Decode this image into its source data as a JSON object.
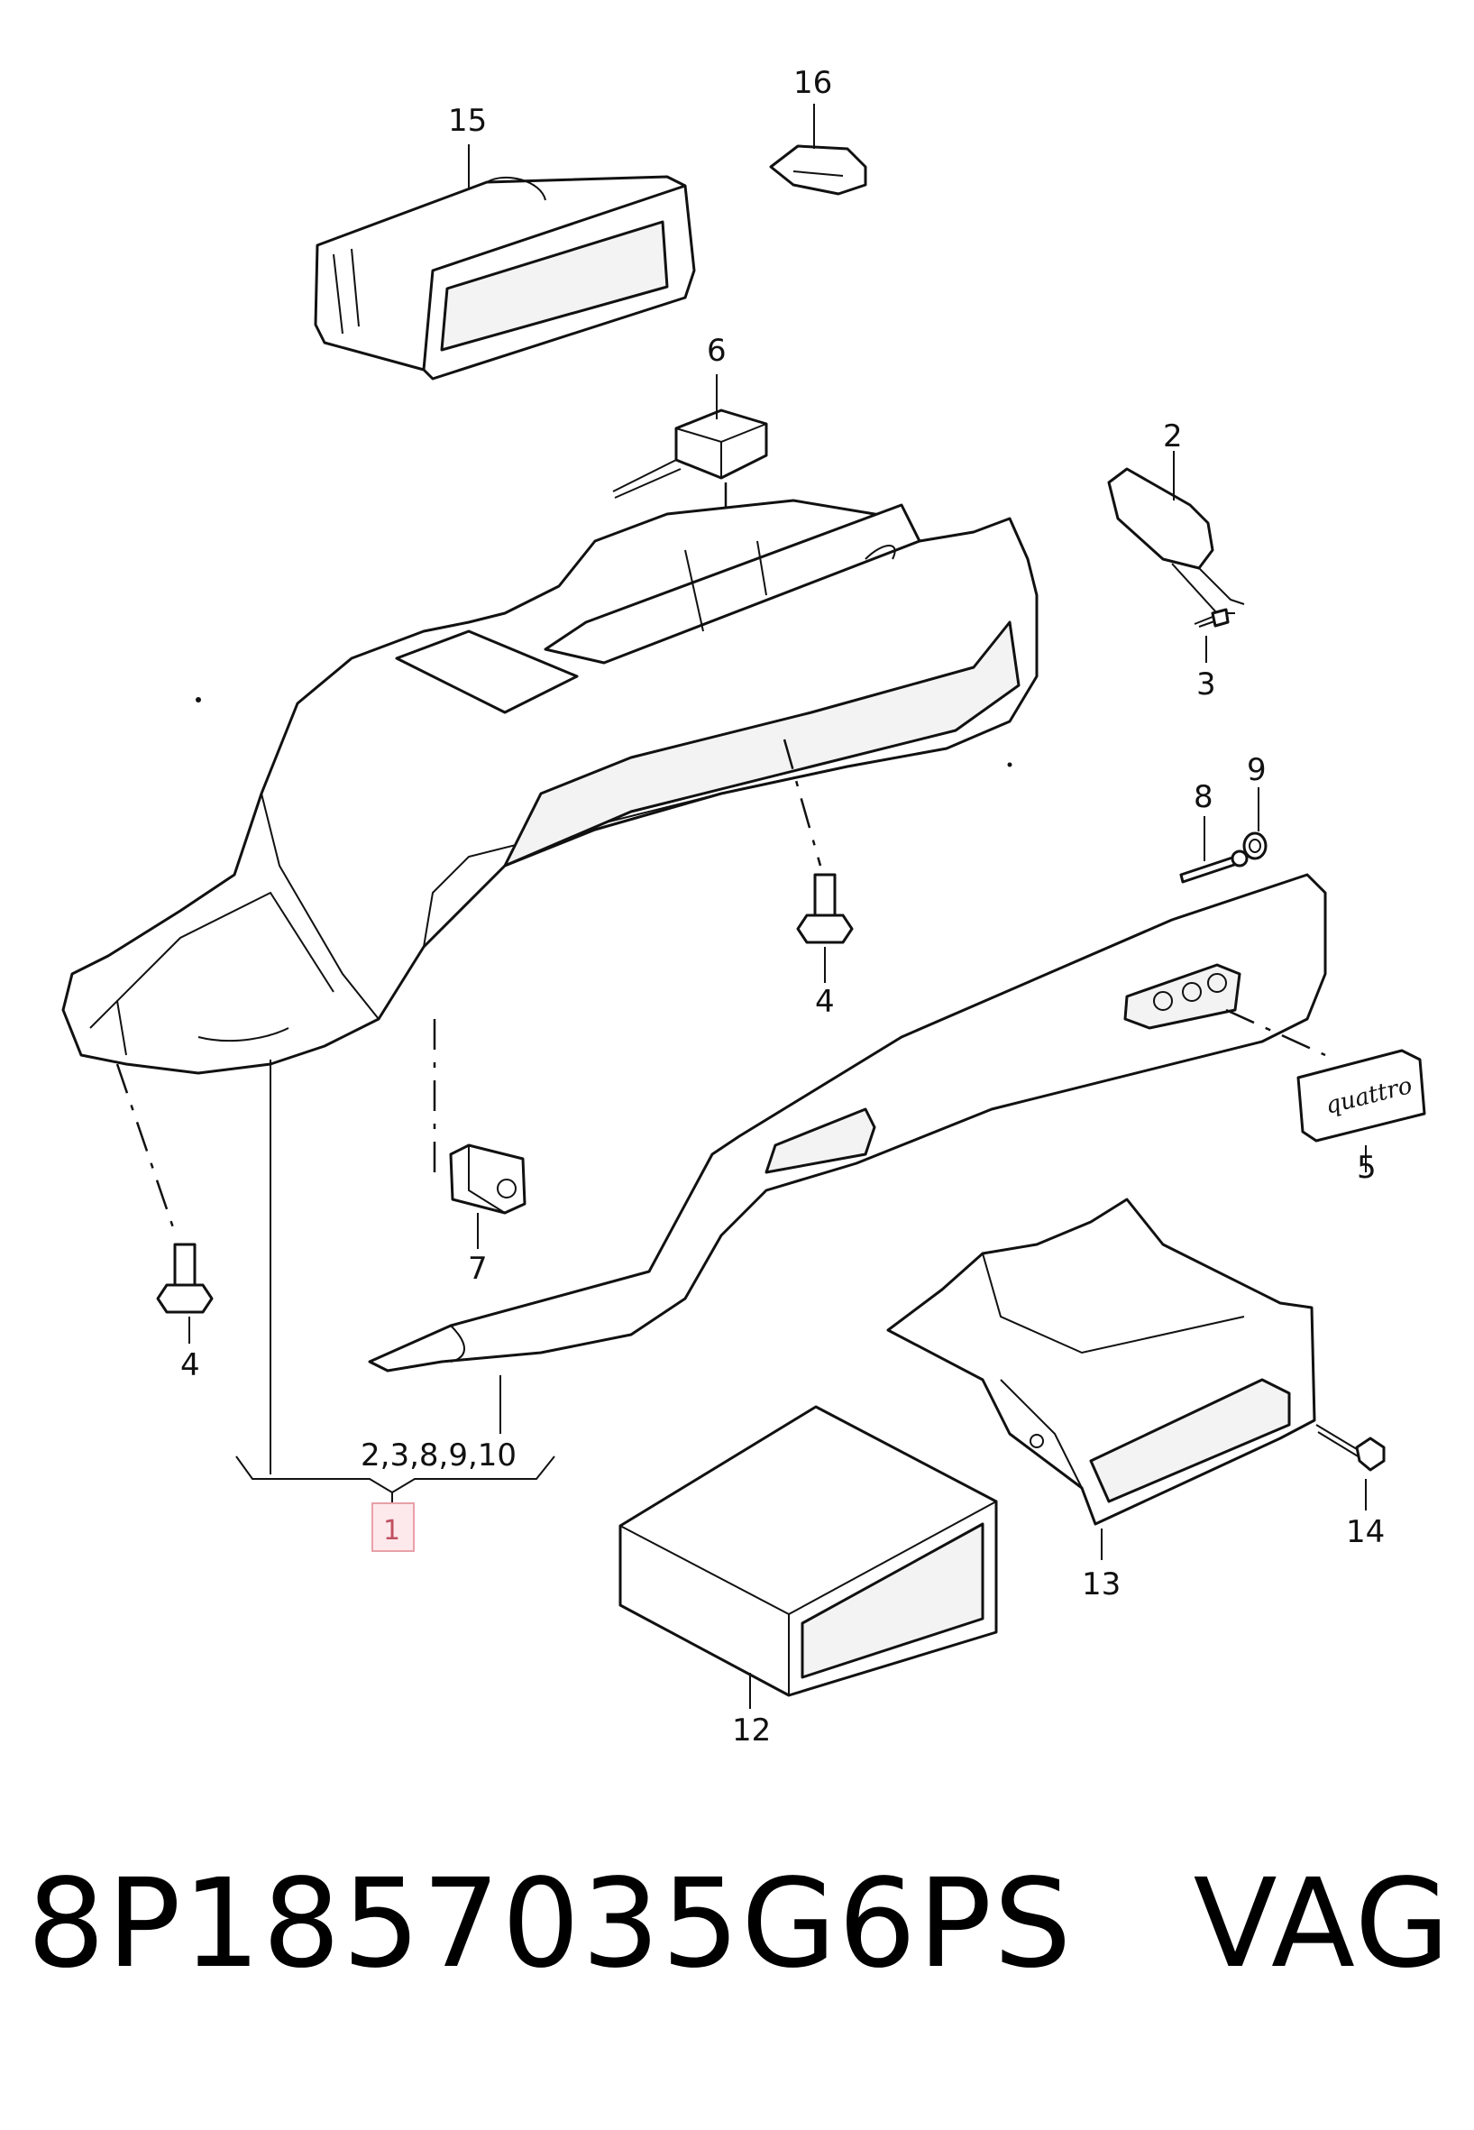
{
  "diagram": {
    "callouts": {
      "c1": "1",
      "c2": "2",
      "c3": "3",
      "c4a": "4",
      "c4b": "4",
      "c5": "5",
      "c6": "6",
      "c7": "7",
      "c8": "8",
      "c9": "9",
      "c12": "12",
      "c13": "13",
      "c14": "14",
      "c15": "15",
      "c16": "16",
      "group": "2,3,8,9,10"
    },
    "badge_text": "quattro",
    "highlight_color": "#e8a0a8"
  },
  "footer": {
    "part_number": "8P1857035G6PS",
    "brand": "VAG"
  }
}
